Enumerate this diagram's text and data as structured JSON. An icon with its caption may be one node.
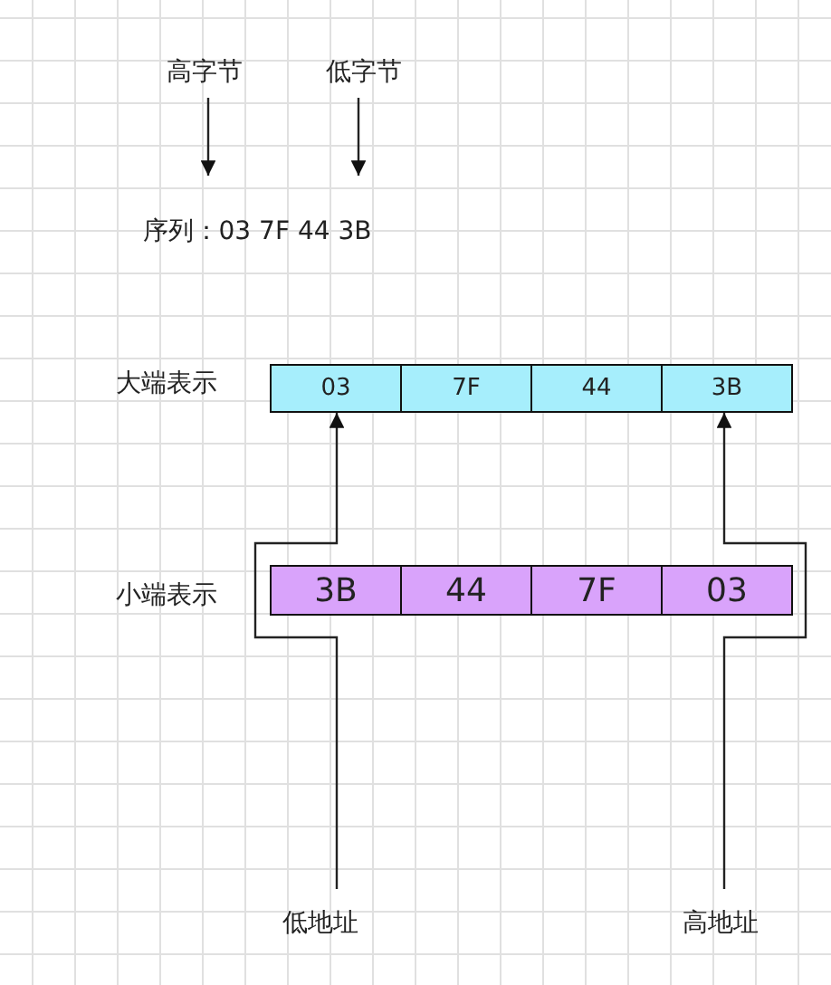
{
  "diagram": {
    "nodes": [
      {
        "text": [
          "高字节"
        ]
      },
      {
        "text": [
          "低字节"
        ]
      },
      {
        "text": [
          "序列：03 7F 44 3B"
        ]
      },
      {
        "text": [
          "03"
        ]
      },
      {
        "text": [
          "7F"
        ]
      },
      {
        "text": [
          "44"
        ]
      },
      {
        "text": [
          "3B"
        ]
      },
      {
        "text": [
          "3B"
        ]
      },
      {
        "text": [
          "44"
        ]
      },
      {
        "text": [
          "7F"
        ]
      },
      {
        "text": [
          "03"
        ]
      },
      {
        "text": [
          "低地址"
        ]
      },
      {
        "text": [
          "高地址"
        ]
      }
    ],
    "edges": [
      {
        "from": 0,
        "to": 2,
        "arrow": "to"
      },
      {
        "from": 1,
        "to": 2,
        "arrow": "to"
      },
      {
        "from": 11,
        "to": 3,
        "arrow": "to"
      },
      {
        "from": 12,
        "to": 6,
        "arrow": "to"
      }
    ],
    "labels": [
      "大端表示",
      "小端表示"
    ]
  }
}
